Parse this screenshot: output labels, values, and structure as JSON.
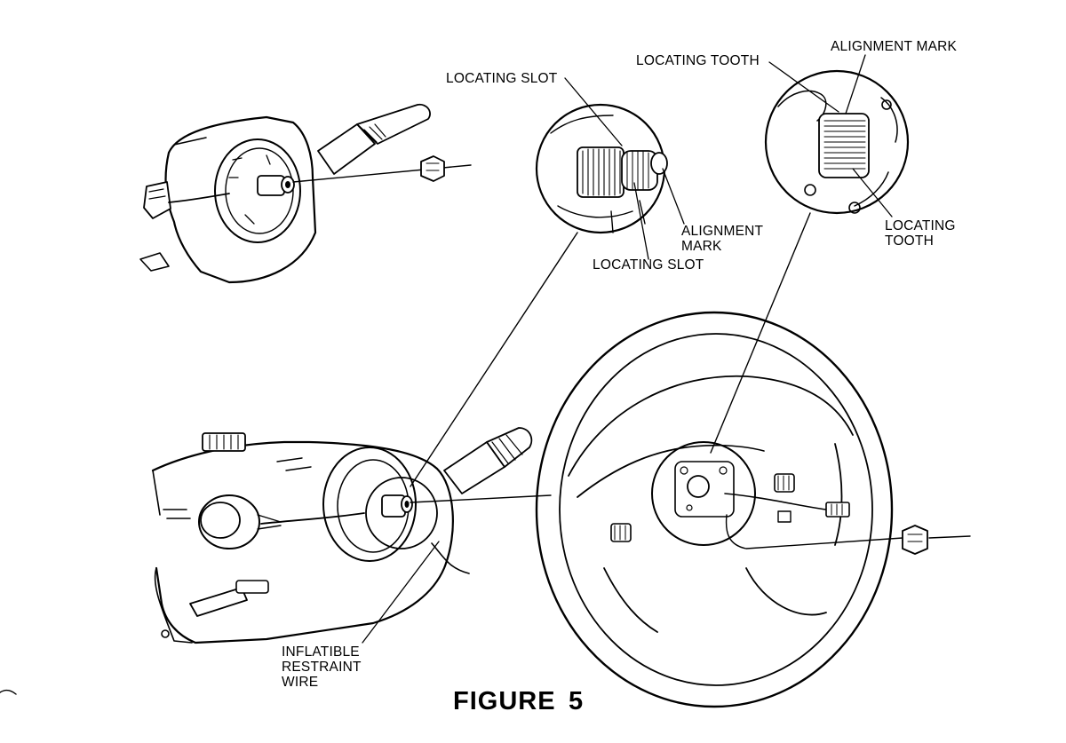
{
  "labels": {
    "top_locating_slot": "LOCATING SLOT",
    "top_locating_tooth": "LOCATING TOOTH",
    "top_alignment_mark": "ALIGNMENT MARK",
    "alignment_mark_line1": "ALIGNMENT",
    "alignment_mark_line2": "MARK",
    "bottom_locating_slot": "LOCATING SLOT",
    "bottom_locating_tooth_line1": "LOCATING",
    "bottom_locating_tooth_line2": "TOOTH",
    "restraint_wire_line1": "INFLATIBLE",
    "restraint_wire_line2": "RESTRAINT",
    "restraint_wire_line3": "WIRE"
  },
  "caption": {
    "word": "FIGURE",
    "number": "5"
  },
  "components": [
    "steering-column-small-view",
    "steering-column-main-view",
    "shaft-detail-circle",
    "hub-detail-circle",
    "steering-wheel",
    "retaining-nut"
  ]
}
